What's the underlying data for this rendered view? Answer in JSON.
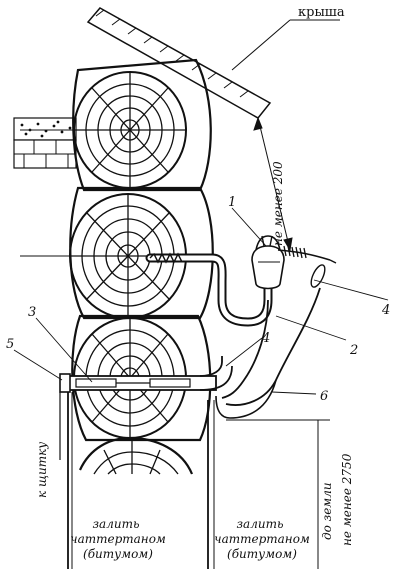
{
  "labels": {
    "roof": "крыша",
    "min_200": "не менее 200",
    "to_panel": "к щитку",
    "to_ground": "до земли",
    "min_2750": "не менее 2750",
    "fill_left": [
      "залить",
      "чаттертаном",
      "(битумом)"
    ],
    "fill_right": [
      "залить",
      "чаттертаном",
      "(битумом)"
    ]
  },
  "callouts": [
    "1",
    "2",
    "3",
    "4",
    "4",
    "5",
    "6"
  ]
}
